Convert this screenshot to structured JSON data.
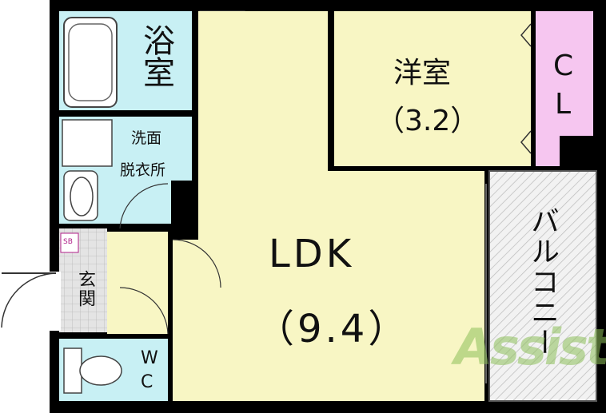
{
  "rooms": {
    "bath": "浴室",
    "washroom_line1": "洗面",
    "washroom_line2": "脱衣所",
    "western": "洋室",
    "western_size": "（3.2）",
    "closet_c": "C",
    "closet_l": "L",
    "ldk": "LDK",
    "ldk_size": "（9.4）",
    "entrance": "玄関",
    "toilet_w": "W",
    "toilet_c": "C",
    "balcony": "バルコニー",
    "shoebox": "SB"
  },
  "logo": "Assist",
  "colors": {
    "wall": "#000000",
    "bath": "#c8f0f4",
    "washroom": "#c8f0f4",
    "ldk": "#f8f6c4",
    "western": "#f8f6c4",
    "closet": "#f6c6f0",
    "entrance": "#dcdcdc",
    "balcony": "#eeeeee",
    "logo": "#8ec05a"
  }
}
